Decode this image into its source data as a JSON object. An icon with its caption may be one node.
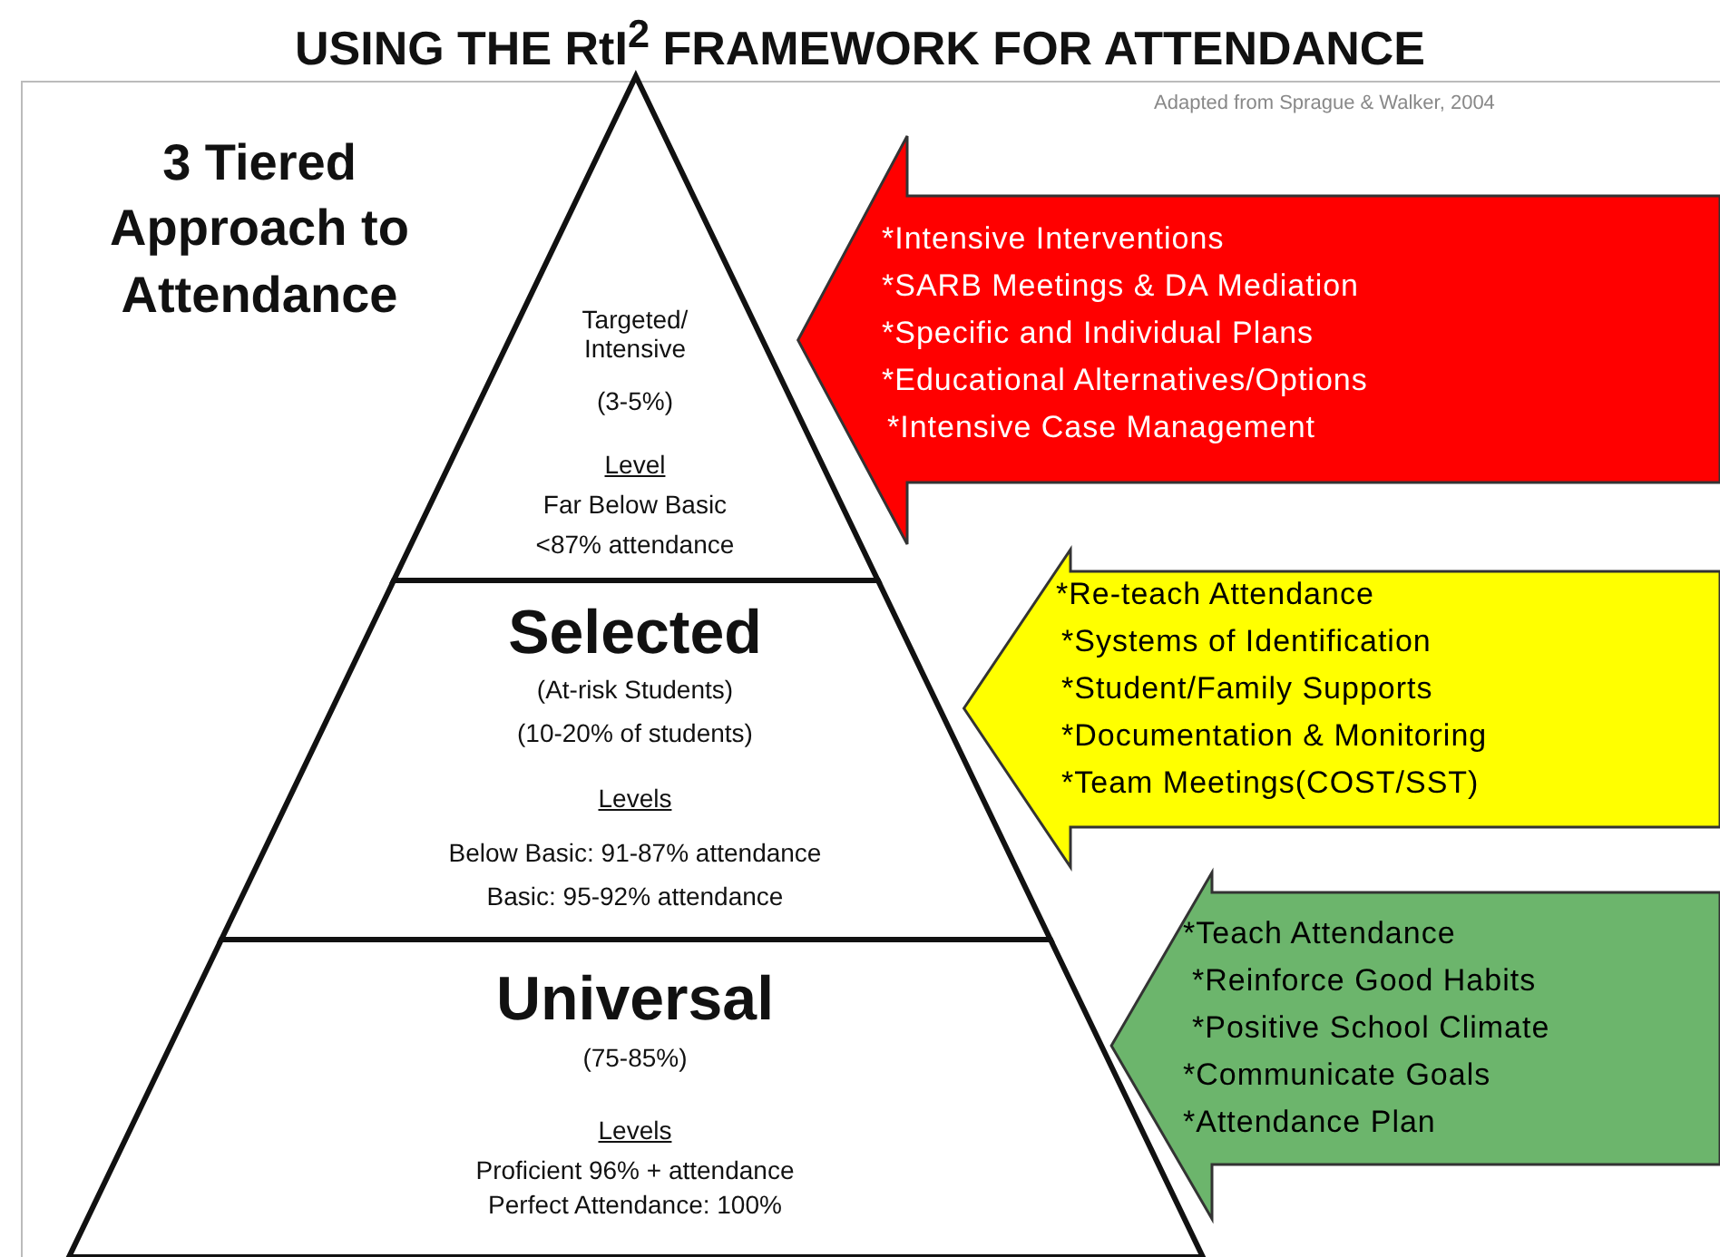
{
  "diagram": {
    "title": "USING THE RtI$^{2}$ FRAMEWORK FOR ATTENDANCE",
    "nodes": [
      {
        "text": [
          "Targeted/ Intensive",
          "(3-5%)",
          "Level",
          "Far Below Basic",
          "<87% attendance"
        ]
      },
      {
        "text": [
          "Selected",
          "(At-risk Students)",
          "(10-20% of students)",
          "Levels",
          "Below Basic: 91-87% attendance",
          "Basic: 95-92% attendance"
        ]
      },
      {
        "text": [
          "Universal",
          "(75-85%)",
          "Levels",
          "Proficient 96% + attendance",
          "Perfect Attendance: 100%"
        ]
      },
      {
        "text": [
          "*Intensive Interventions",
          "*SARB Meetings & DA Mediation",
          "*Specific and Individual Plans",
          "*Educational Alternatives/Options",
          "*Intensive Case Management"
        ]
      },
      {
        "text": [
          "*Re-teach Attendance",
          "*Systems of Identification",
          "*Student/Family Supports",
          "*Documentation & Monitoring",
          "*Team Meetings(COST/SST)"
        ]
      },
      {
        "text": [
          "*Teach Attendance",
          "*Reinforce Good Habits",
          "*Positive School Climate",
          "*Communicate Goals",
          "*Attendance Plan"
        ]
      }
    ],
    "edges": [
      {
        "from": 3,
        "to": 0,
        "arrow": "to",
        "style": "thick",
        "color": "#ff0000"
      },
      {
        "from": 4,
        "to": 1,
        "arrow": "to",
        "style": "thick",
        "color": "#ffff00"
      },
      {
        "from": 5,
        "to": 2,
        "arrow": "to",
        "style": "thick",
        "color": "#6cb56c"
      }
    ],
    "labels": [
      "Adapted from Sprague & Walker, 2004",
      "3 Tiered Approach to Attendance"
    ]
  }
}
